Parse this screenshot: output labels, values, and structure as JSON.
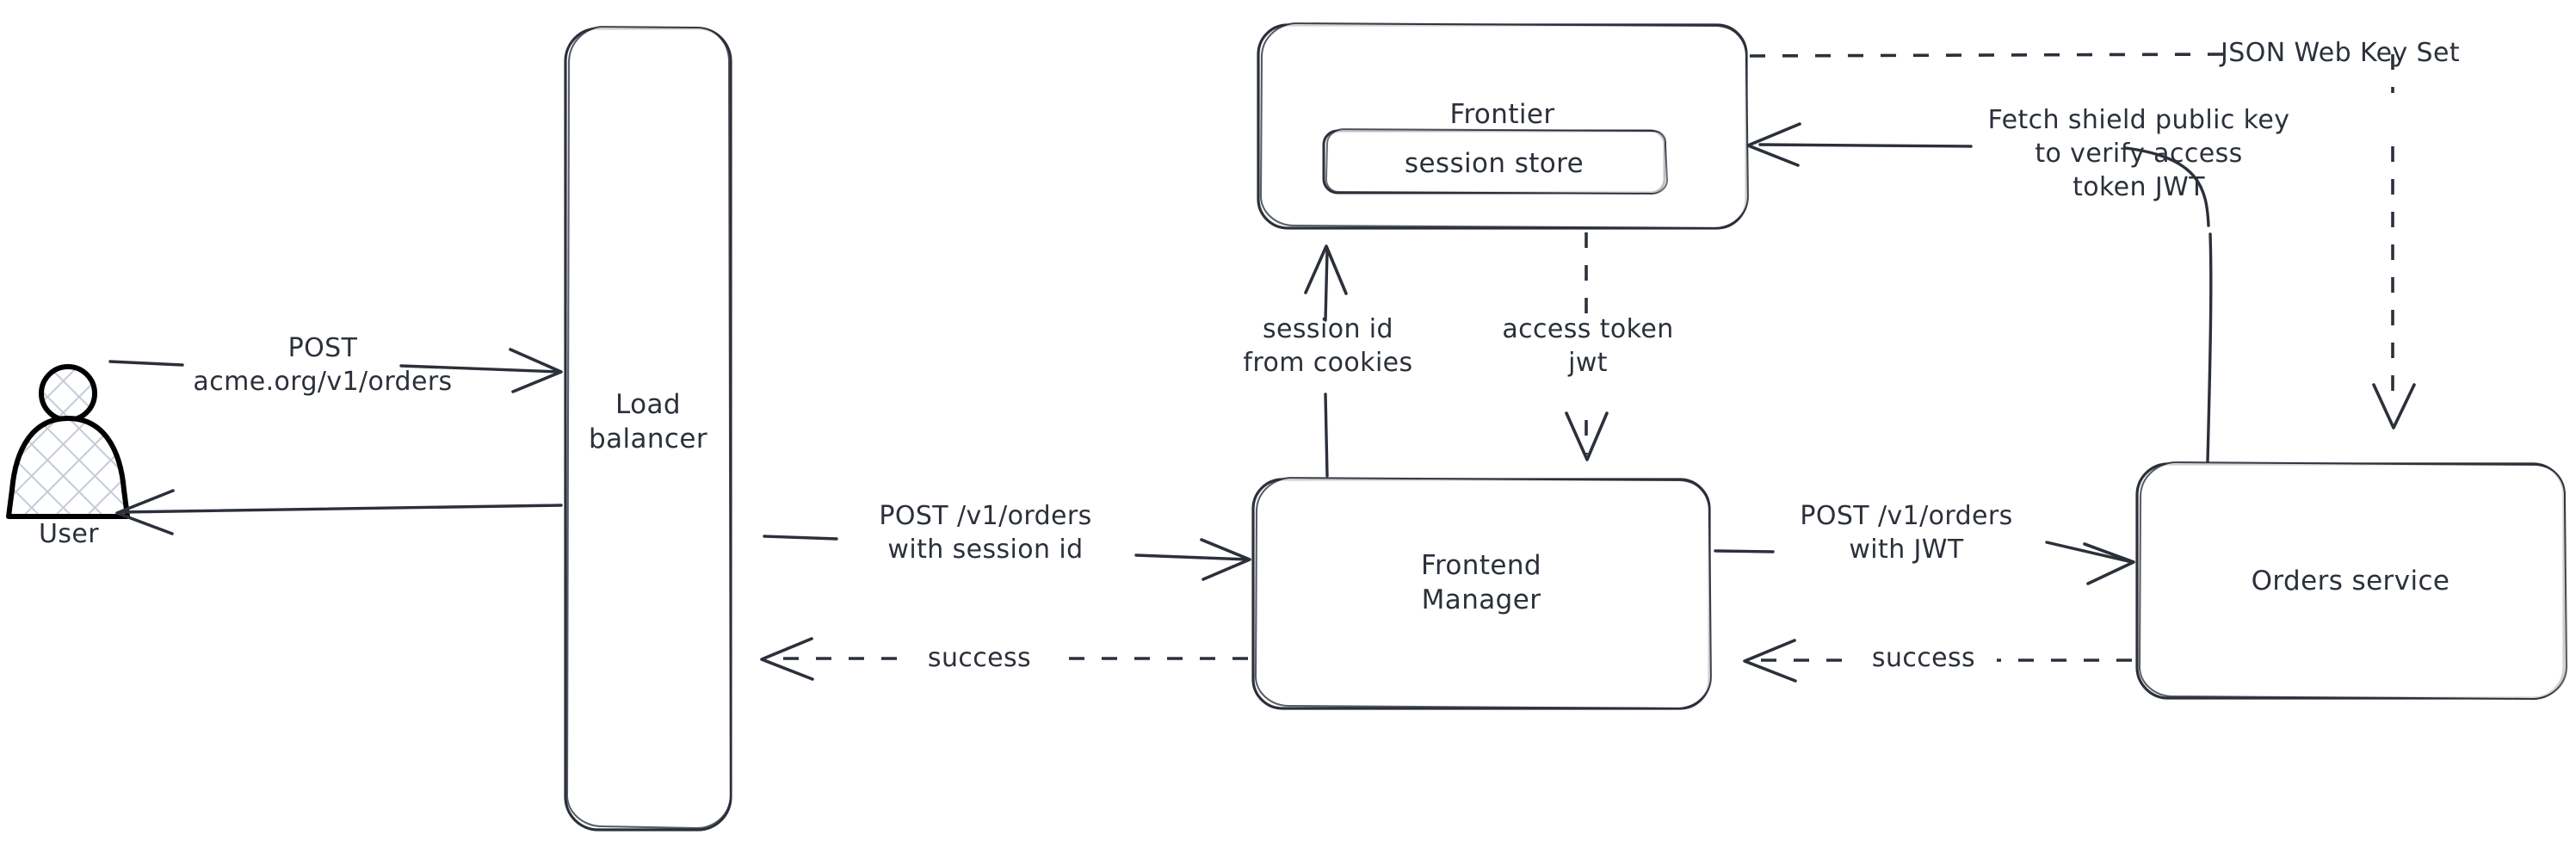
{
  "diagram": {
    "title": "Order request authentication flow",
    "background_color": "#ffffff",
    "stroke_color": "#2b303a",
    "actor_fill_color": "#c9d1dc"
  },
  "nodes": {
    "user": {
      "label": "User",
      "shape": "actor"
    },
    "load_balancer": {
      "label": "Load\nbalancer",
      "shape": "rounded-rect"
    },
    "frontier": {
      "label": "Frontier",
      "shape": "rounded-rect"
    },
    "session_store": {
      "label": "session store",
      "shape": "rounded-rect"
    },
    "frontend_manager": {
      "label": "Frontend\nManager",
      "shape": "rounded-rect"
    },
    "orders_service": {
      "label": "Orders service",
      "shape": "rounded-rect"
    }
  },
  "edges": {
    "user_to_lb": {
      "label": "POST\nacme.org/v1/orders",
      "style": "solid",
      "direction": "right"
    },
    "lb_to_user": {
      "label": "",
      "style": "solid",
      "direction": "left"
    },
    "lb_to_fm": {
      "label": "POST /v1/orders\nwith session id",
      "style": "solid",
      "direction": "right"
    },
    "fm_to_lb": {
      "label": "success",
      "style": "dashed",
      "direction": "left"
    },
    "fm_to_frontier": {
      "label": "session id\nfrom cookies",
      "style": "solid",
      "direction": "up"
    },
    "frontier_to_fm": {
      "label": "access token\njwt",
      "style": "dashed",
      "direction": "down"
    },
    "fm_to_orders": {
      "label": "POST /v1/orders\nwith JWT",
      "style": "solid",
      "direction": "right"
    },
    "orders_to_fm": {
      "label": "success",
      "style": "dashed",
      "direction": "left"
    },
    "orders_to_frontier": {
      "label": "Fetch shield public key\nto verify access\ntoken JWT",
      "style": "solid",
      "direction": "left"
    },
    "frontier_to_orders": {
      "label": "JSON Web Key Set",
      "style": "dashed",
      "direction": "down"
    }
  }
}
